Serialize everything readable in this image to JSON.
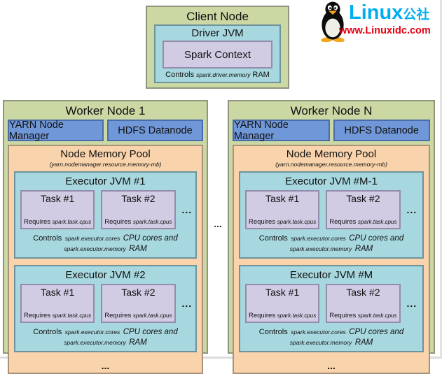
{
  "colors": {
    "node_green": "#cbd8a4",
    "jvm_teal": "#a7d7df",
    "task_purple": "#d2cbe4",
    "service_blue": "#7097d7",
    "memory_orange": "#f8d3ab",
    "logo_cyan": "#00aeef",
    "logo_red": "#e60012"
  },
  "logo": {
    "brand": "Linux",
    "brand_suffix": "公社",
    "url": "www.Linuxidc.com"
  },
  "client_node": {
    "title": "Client Node",
    "driver_jvm": {
      "title": "Driver JVM",
      "spark_context": "Spark Context",
      "controls_prefix": "Controls",
      "controls_property": "spark.driver.memory",
      "controls_suffix": "RAM"
    }
  },
  "shared": {
    "requires_prefix": "Requires",
    "requires_property": "spark.task.cpus",
    "controls_prefix": "Controls",
    "controls_property_cores": "spark.executor.cores",
    "controls_cores_suffix": "CPU cores and",
    "controls_property_memory": "spark.executor.memory",
    "controls_memory_suffix": "RAM",
    "ellipsis": "..."
  },
  "workers": [
    {
      "title": "Worker Node 1",
      "services": [
        {
          "label": "YARN Node Manager"
        },
        {
          "label": "HDFS Datanode"
        }
      ],
      "memory_pool": {
        "title": "Node Memory Pool",
        "subtitle": "(yarn.nodemanager.resource.memory-mb)",
        "executors": [
          {
            "title": "Executor JVM #1",
            "tasks": [
              {
                "title": "Task #1"
              },
              {
                "title": "Task #2"
              }
            ]
          },
          {
            "title": "Executor JVM #2",
            "tasks": [
              {
                "title": "Task #1"
              },
              {
                "title": "Task #2"
              }
            ]
          }
        ]
      }
    },
    {
      "title": "Worker Node N",
      "services": [
        {
          "label": "YARN Node Manager"
        },
        {
          "label": "HDFS Datanode"
        }
      ],
      "memory_pool": {
        "title": "Node Memory Pool",
        "subtitle": "(yarn.nodemanager.resource.memory-mb)",
        "executors": [
          {
            "title": "Executor JVM #M-1",
            "tasks": [
              {
                "title": "Task #1"
              },
              {
                "title": "Task #2"
              }
            ]
          },
          {
            "title": "Executor JVM #M",
            "tasks": [
              {
                "title": "Task #1"
              },
              {
                "title": "Task #2"
              }
            ]
          }
        ]
      }
    }
  ]
}
